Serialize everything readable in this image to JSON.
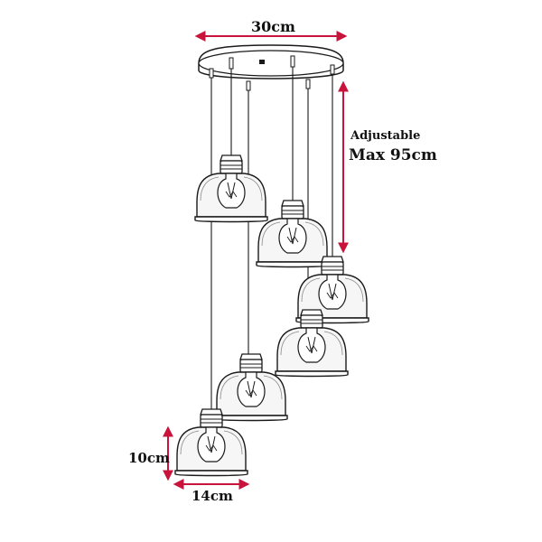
{
  "dimensions": {
    "canopy_width": "30cm",
    "adjustable_label": "Adjustable",
    "max_drop": "Max 95cm",
    "shade_height": "10cm",
    "shade_width": "14cm"
  },
  "colors": {
    "line": "#1a1a1a",
    "dimension_arrow": "#c8143c",
    "glass": "#f4f4f4"
  }
}
